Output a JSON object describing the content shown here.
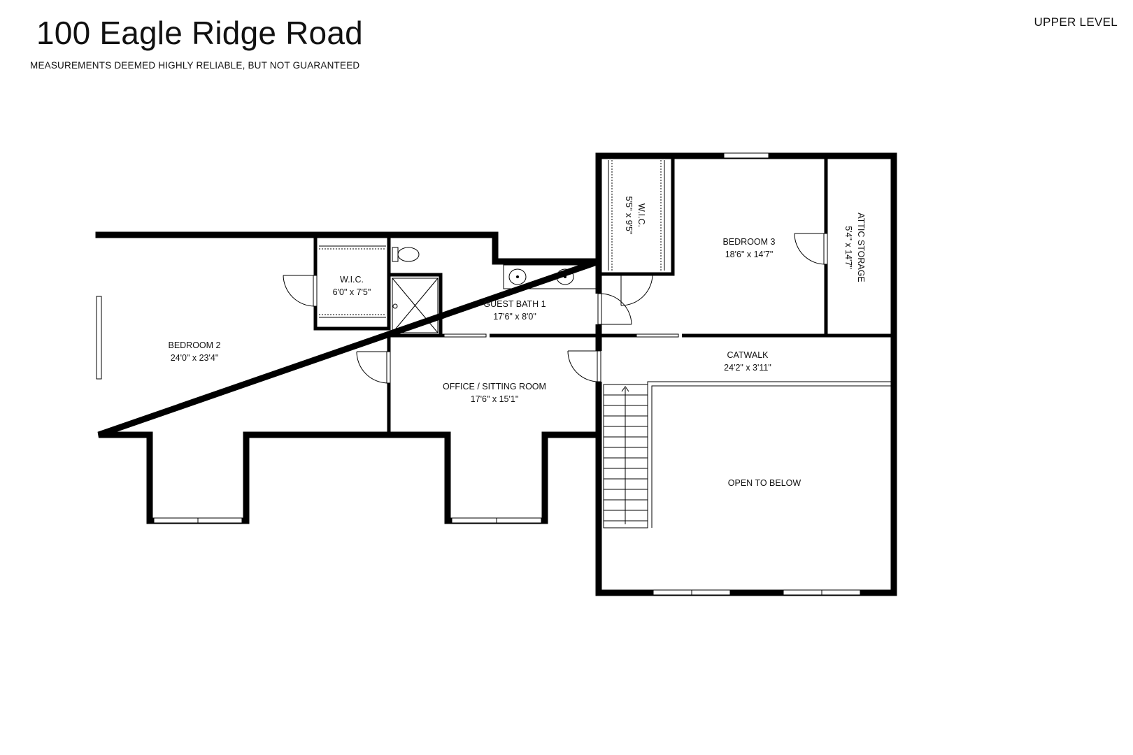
{
  "header": {
    "title": "100 Eagle Ridge Road",
    "subtitle": "MEASUREMENTS DEEMED HIGHLY RELIABLE, BUT NOT GUARANTEED",
    "level": "UPPER LEVEL"
  },
  "rooms": [
    {
      "key": "bedroom2",
      "name": "BEDROOM 2",
      "size": "24'0\" x 23'4\""
    },
    {
      "key": "wic1",
      "name": "W.I.C.",
      "size": "6'0\" x 7'5\""
    },
    {
      "key": "guestbath",
      "name": "GUEST BATH 1",
      "size": "17'6\" x 8'0\""
    },
    {
      "key": "wic2",
      "name": "W.I.C.",
      "size": "5'5\" x 9'5\""
    },
    {
      "key": "bedroom3",
      "name": "BEDROOM 3",
      "size": "18'6\" x 14'7\""
    },
    {
      "key": "attic",
      "name": "ATTIC STORAGE",
      "size": "5'4\" x 14'7\""
    },
    {
      "key": "catwalk",
      "name": "CATWALK",
      "size": "24'2\" x 3'11\""
    },
    {
      "key": "office",
      "name": "OFFICE / SITTING ROOM",
      "size": "17'6\" x 15'1\""
    },
    {
      "key": "open",
      "name": "OPEN TO BELOW",
      "size": ""
    }
  ],
  "colors": {
    "wall": "#000000",
    "background": "#ffffff"
  }
}
